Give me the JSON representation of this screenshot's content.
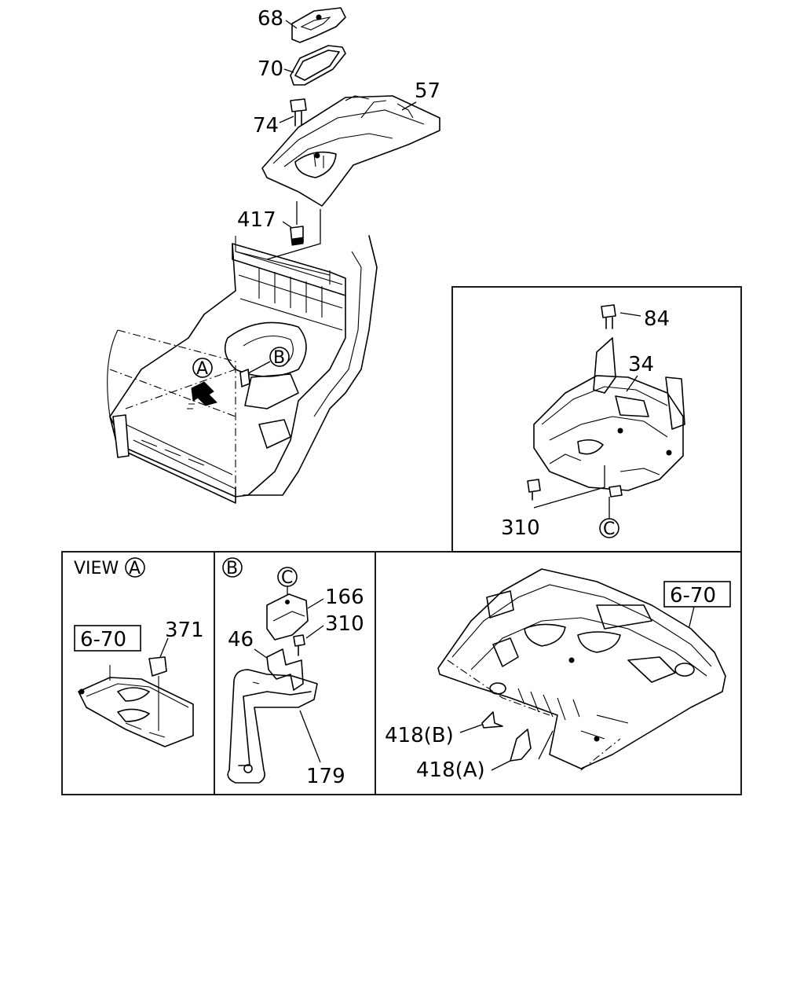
{
  "labels": {
    "p68": "68",
    "p70": "70",
    "p57": "57",
    "p74": "74",
    "p417": "417",
    "p84": "84",
    "p34": "34",
    "p310_right": "310",
    "callout_c_right": "C",
    "view_word": "VIEW",
    "view_circle": "A",
    "ref_670_left": "6-70",
    "p371": "371",
    "callout_b": "B",
    "callout_c_mid": "C",
    "p166": "166",
    "p310_mid": "310",
    "p46": "46",
    "p179": "179",
    "ref_670_right": "6-70",
    "p418b": "418(B)",
    "p418a": "418(A)",
    "main_callout_a": "A",
    "main_callout_b": "B"
  }
}
